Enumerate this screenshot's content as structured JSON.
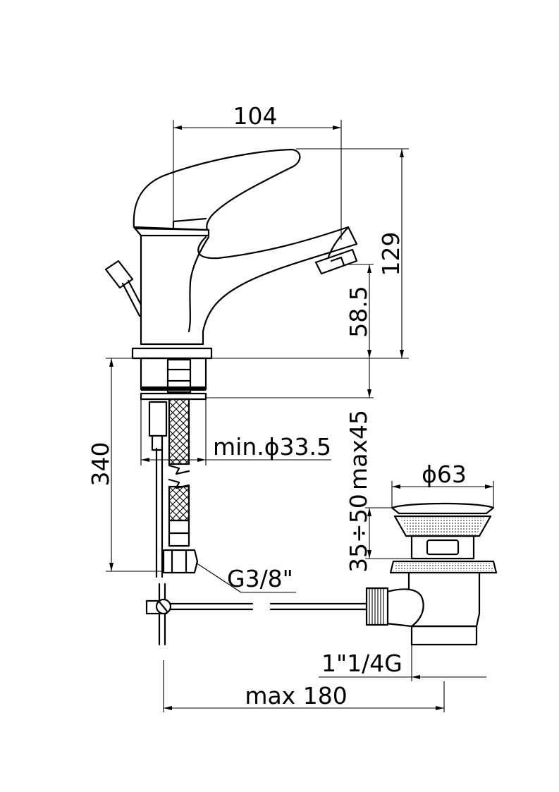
{
  "dimensions": {
    "faucet_width": "104",
    "total_height": "129",
    "spout_height": "58.5",
    "below_counter": "340",
    "hole_diameter": "min.ϕ33.5",
    "deck_thickness": "max45",
    "waste_diameter": "ϕ63",
    "waste_range": "35÷50",
    "hose_thread": "G3/8\"",
    "waste_thread": "1\"1/4G",
    "rod_length": "max 180"
  }
}
